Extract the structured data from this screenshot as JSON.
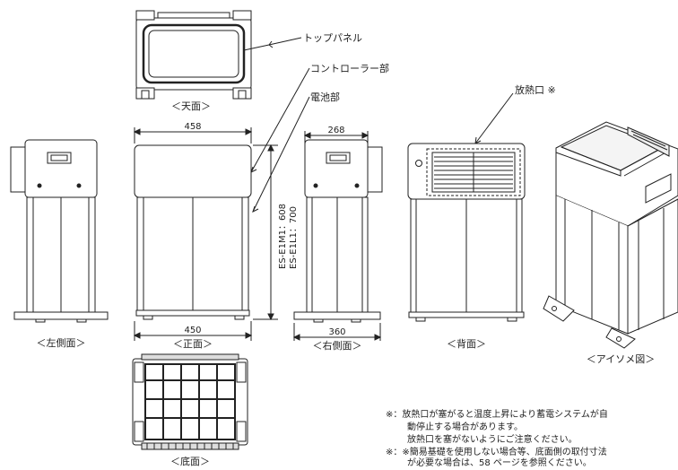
{
  "callouts": {
    "top_panel": "トップパネル",
    "controller": "コントローラー部",
    "battery": "電池部",
    "vent": "放熱口 ※"
  },
  "views": {
    "top": "＜天面＞",
    "left": "＜左側面＞",
    "front": "＜正面＞",
    "right": "＜右側面＞",
    "back": "＜背面＞",
    "iso": "＜アイソメ図＞",
    "bottom": "＜底面＞"
  },
  "dimensions": {
    "front_top_width": "458",
    "front_base_width": "450",
    "right_top_width": "268",
    "right_base_width": "360",
    "height_em1": "ES-E1M1：608",
    "height_el1": "ES-E1L1：700"
  },
  "notes": {
    "line1": "※：放熱口が塞がると温度上昇により蓄電システムが自",
    "line2": "動停止する場合があります。",
    "line3": "放熱口を塞がないようにご注意ください。",
    "line4": "※：※簡易基礎を使用しない場合等、底面側の取付寸法",
    "line5": "が必要な場合は、58 ページを参照ください。"
  }
}
